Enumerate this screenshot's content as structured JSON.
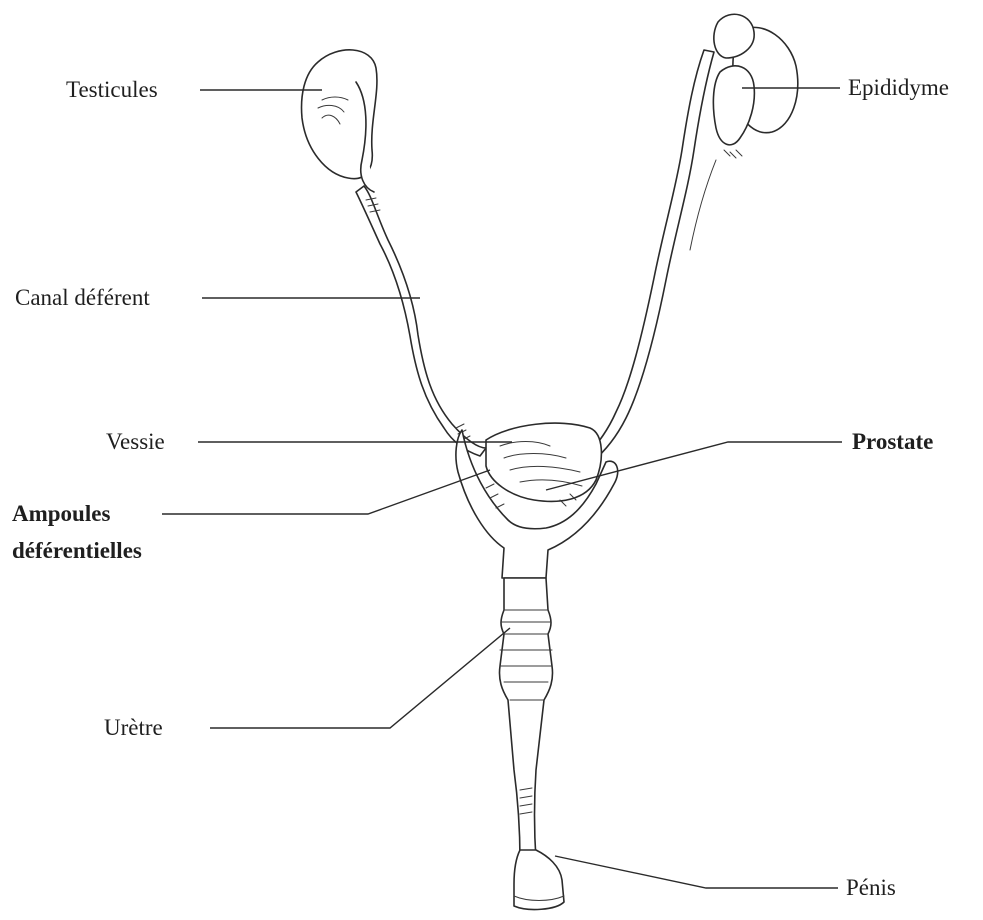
{
  "diagram": {
    "labels": {
      "testicules": "Testicules",
      "epididyme": "Epididyme",
      "canal_deferent": "Canal déférent",
      "vessie": "Vessie",
      "prostate": "Prostate",
      "ampoules_line1": "Ampoules",
      "ampoules_line2": "déférentielles",
      "uretre": "Urètre",
      "penis": "Pénis"
    },
    "colors": {
      "ink": "#2b2b2b",
      "background": "#ffffff"
    }
  }
}
